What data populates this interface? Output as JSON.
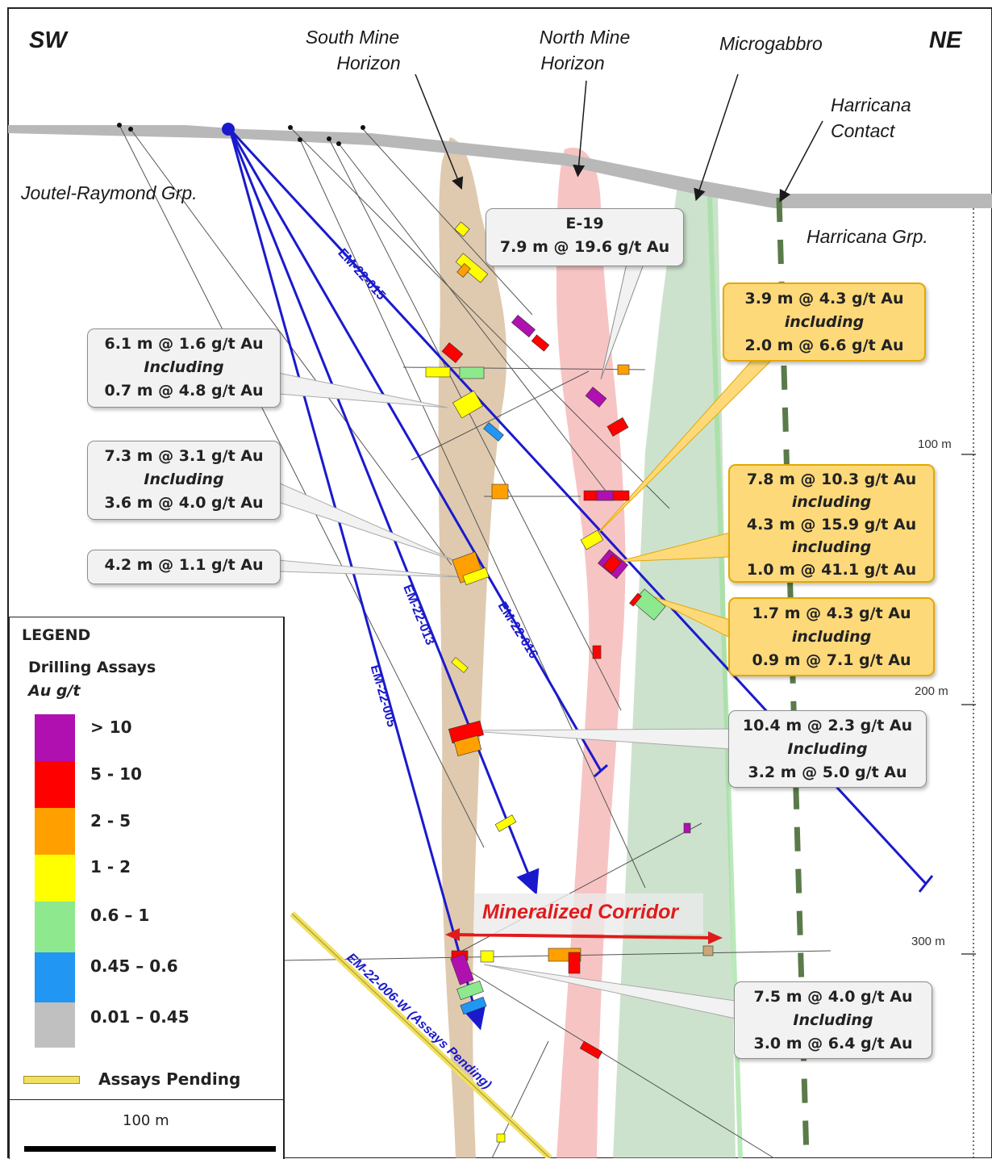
{
  "orientation": {
    "left": "SW",
    "right": "NE"
  },
  "geology_labels": {
    "south_mine_horizon": [
      "South Mine",
      "Horizon"
    ],
    "north_mine_horizon": [
      "North Mine",
      "Horizon"
    ],
    "microgabbro": "Microgabbro",
    "harricana_contact": [
      "Harricana",
      "Contact"
    ],
    "joutel_raymond": "Joutel-Raymond Grp.",
    "harricana_grp": "Harricana Grp."
  },
  "drill_holes": [
    "EM-22-015",
    "EM-22-013",
    "EM-22-016",
    "EM-22-005",
    "EM-22-006-W (Assays Pending)"
  ],
  "intercepts": [
    {
      "id": "e19",
      "lines": [
        "E-19",
        "7.9 m @ 19.6 g/t Au"
      ],
      "style": "grey"
    },
    {
      "id": "b1",
      "lines": [
        "6.1 m @ 1.6 g/t Au",
        "Including",
        "0.7 m @ 4.8 g/t Au"
      ],
      "style": "grey"
    },
    {
      "id": "b2",
      "lines": [
        "7.3 m @ 3.1 g/t Au",
        "Including",
        "3.6 m @ 4.0 g/t Au"
      ],
      "style": "grey"
    },
    {
      "id": "b3",
      "lines": [
        "4.2 m @ 1.1 g/t Au"
      ],
      "style": "grey"
    },
    {
      "id": "g1",
      "lines": [
        "3.9 m @ 4.3 g/t Au",
        "including",
        "2.0 m @ 6.6 g/t Au"
      ],
      "style": "gold"
    },
    {
      "id": "g2",
      "lines": [
        "7.8 m @ 10.3 g/t Au",
        "including",
        "4.3 m @ 15.9 g/t Au",
        "including",
        "1.0 m @ 41.1 g/t Au"
      ],
      "style": "gold"
    },
    {
      "id": "g3",
      "lines": [
        "1.7 m @ 4.3 g/t Au",
        "including",
        "0.9 m @ 7.1 g/t Au"
      ],
      "style": "gold"
    },
    {
      "id": "b4",
      "lines": [
        "10.4 m @ 2.3 g/t Au",
        "Including",
        "3.2 m @ 5.0 g/t Au"
      ],
      "style": "grey"
    },
    {
      "id": "b5",
      "lines": [
        "7.5 m @ 4.0 g/t Au",
        "Including",
        "3.0 m @ 6.4 g/t Au"
      ],
      "style": "grey"
    }
  ],
  "corridor_label": "Mineralized Corridor",
  "depth_scale": [
    "100 m",
    "200 m",
    "300 m"
  ],
  "legend": {
    "title": "LEGEND",
    "subtitle": "Drilling Assays",
    "unit": "Au g/t",
    "classes": [
      {
        "label": "> 10",
        "color": "#b010b0"
      },
      {
        "label": "5 - 10",
        "color": "#ff0000"
      },
      {
        "label": "2 - 5",
        "color": "#ffa000"
      },
      {
        "label": "1 - 2",
        "color": "#ffff00"
      },
      {
        "label": "0.6 – 1",
        "color": "#8ee88e"
      },
      {
        "label": "0.45 – 0.6",
        "color": "#2196f3"
      },
      {
        "label": "0.01 – 0.45",
        "color": "#c0c0c0"
      }
    ],
    "pending_label": "Assays Pending",
    "pending_color": "#f0e060",
    "scale_label": "100 m"
  },
  "colors": {
    "hole": "#1a1acc",
    "south_mine": "#c9a77a",
    "north_mine": "#f08a8a",
    "microgabbro": "#8fbf8f",
    "contact": "#5a7a4a",
    "corridor": "#e01b1b"
  }
}
